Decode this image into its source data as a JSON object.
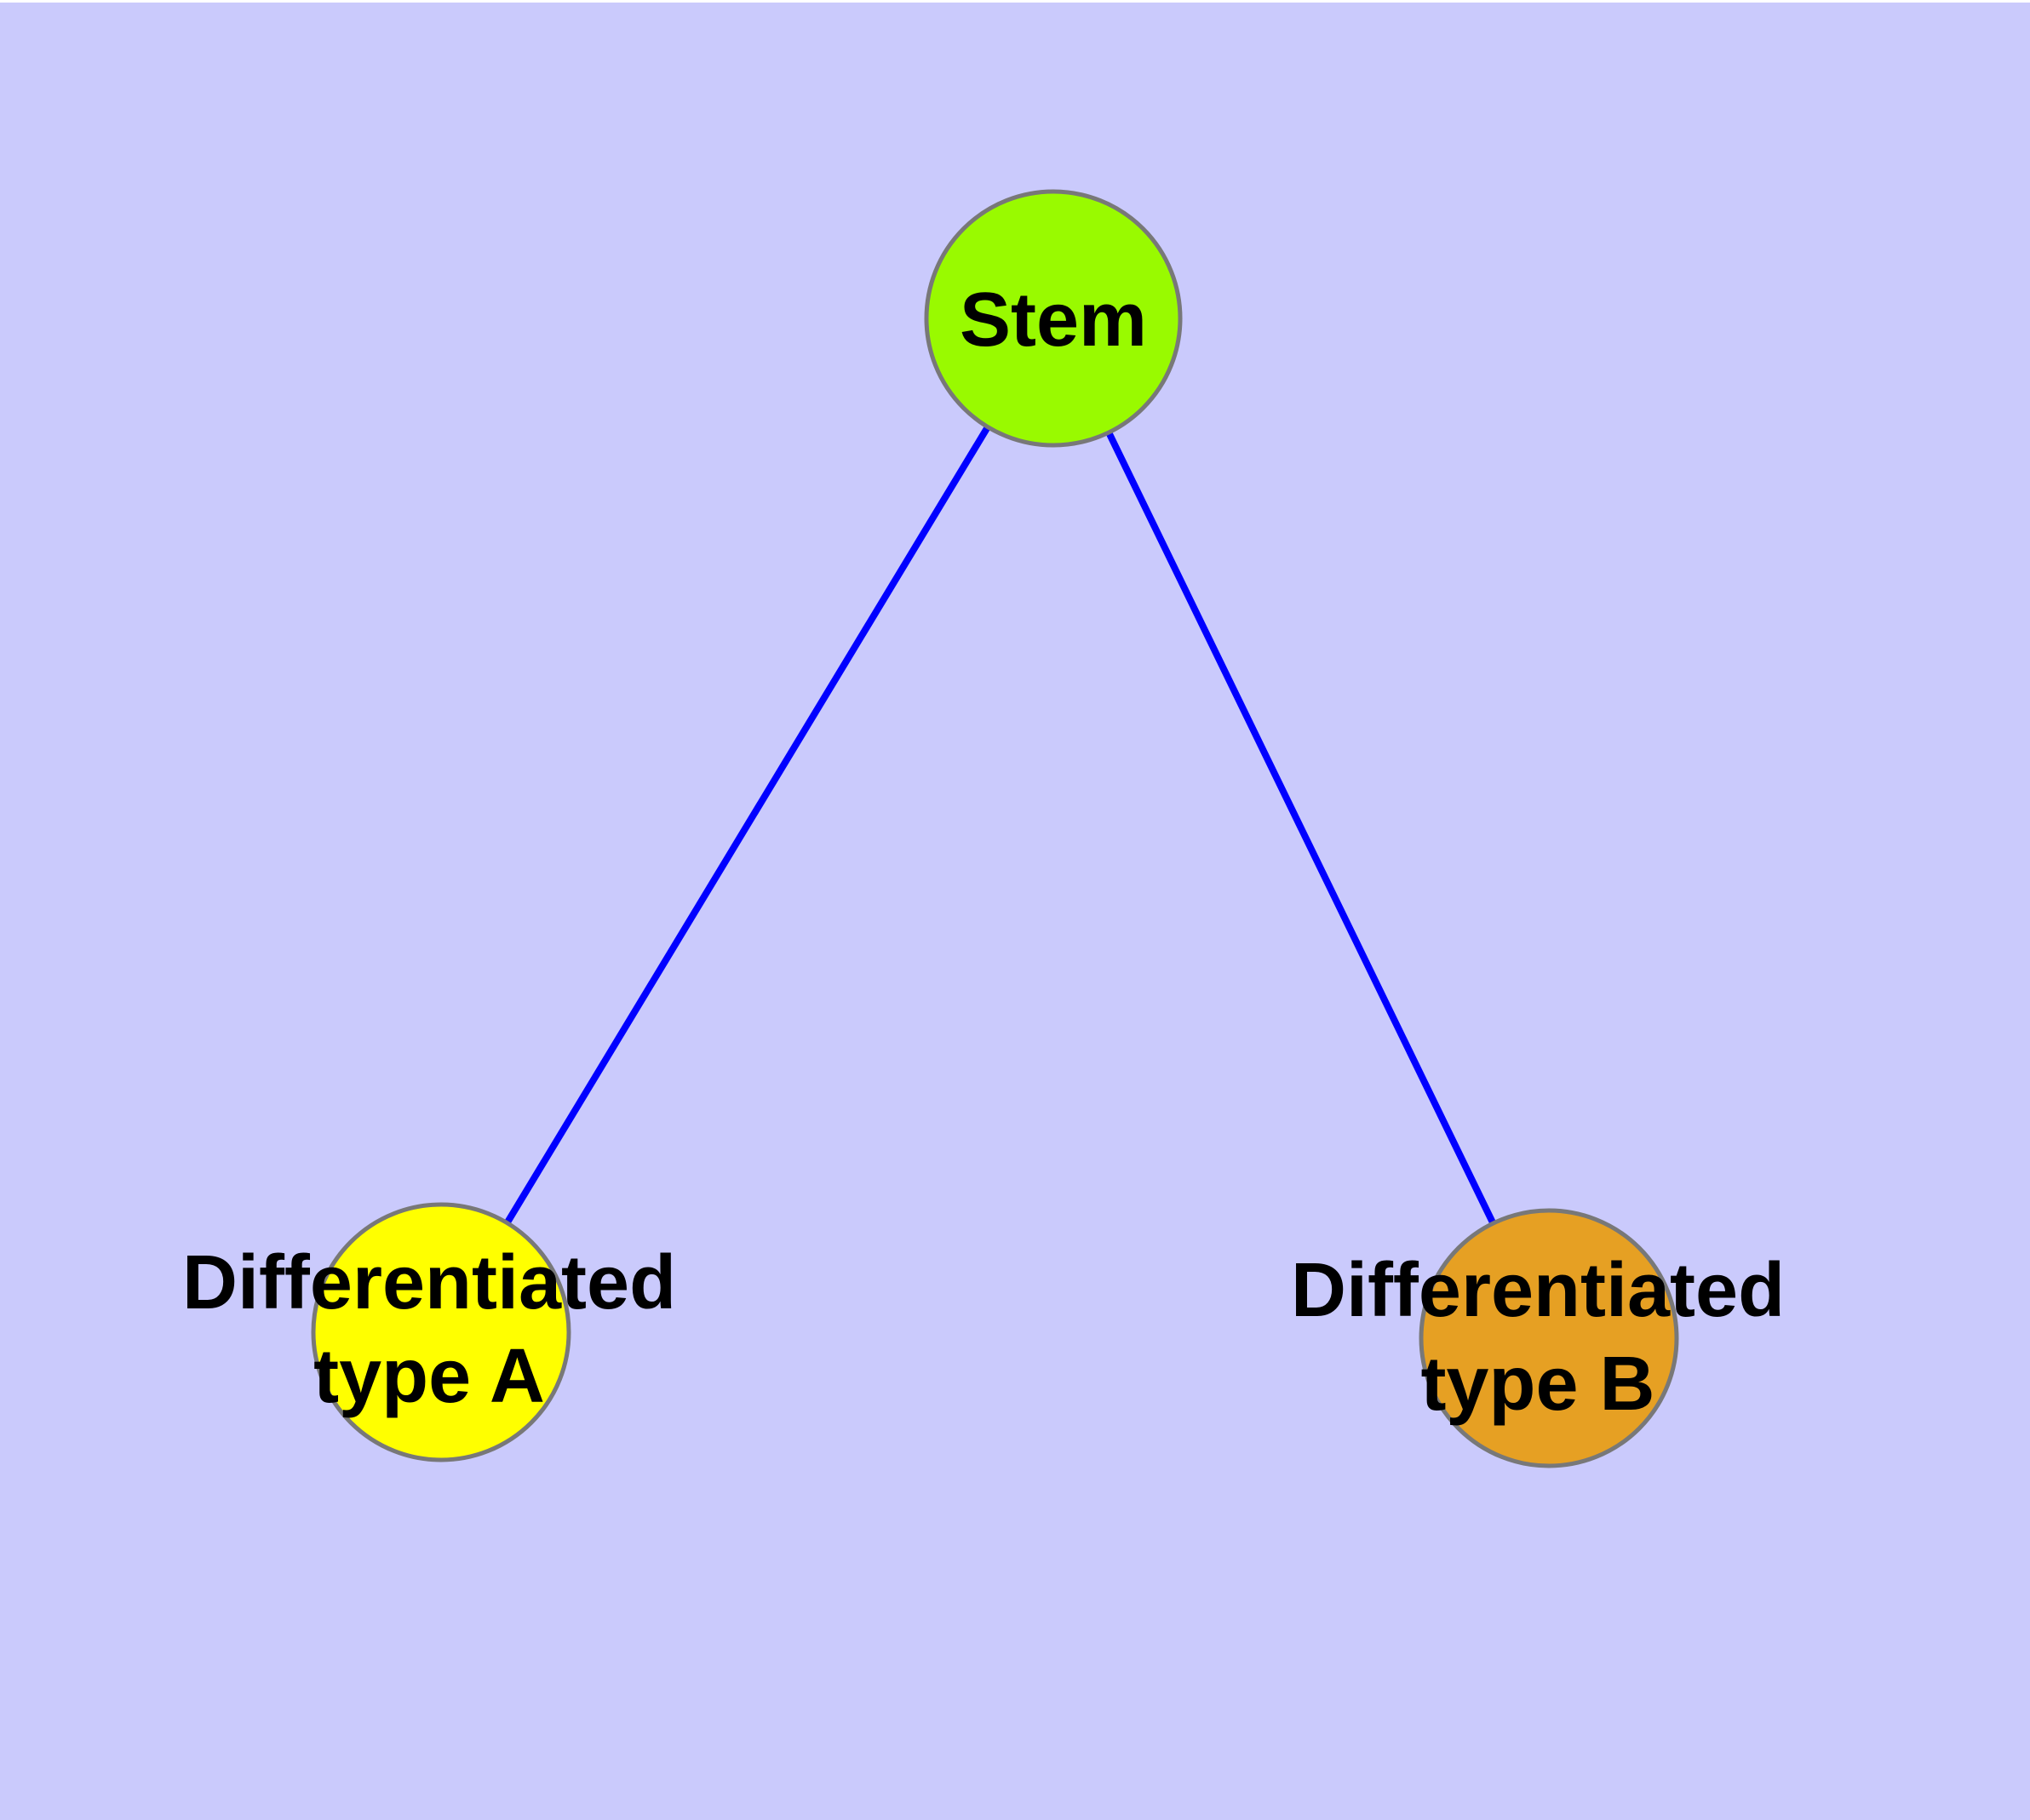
{
  "figure": {
    "type": "node-link-diagram",
    "description": "Stem cell differentiation graph: one stem node connected to two differentiated cell-type nodes",
    "background_color": "#CACAFC",
    "top_edge_strip_color": "#FFFFFF",
    "node_border_color": "#787878",
    "edge_color": "#0000FF",
    "label_color": "#000000",
    "nodes": [
      {
        "id": "stem",
        "label": "Stem",
        "lines": [
          "Stem"
        ],
        "fill_color": "#99FA00"
      },
      {
        "id": "differentiated-type-a",
        "label": "Differentiated type A",
        "lines": [
          "Differentiated",
          "type A"
        ],
        "fill_color": "#FFFF00"
      },
      {
        "id": "differentiated-type-b",
        "label": "Differentiated type B",
        "lines": [
          "Differentiated",
          "type B"
        ],
        "fill_color": "#E6A023"
      }
    ],
    "edges": [
      {
        "from": "Stem",
        "to": "Differentiated type A"
      },
      {
        "from": "Stem",
        "to": "Differentiated type B"
      }
    ]
  }
}
